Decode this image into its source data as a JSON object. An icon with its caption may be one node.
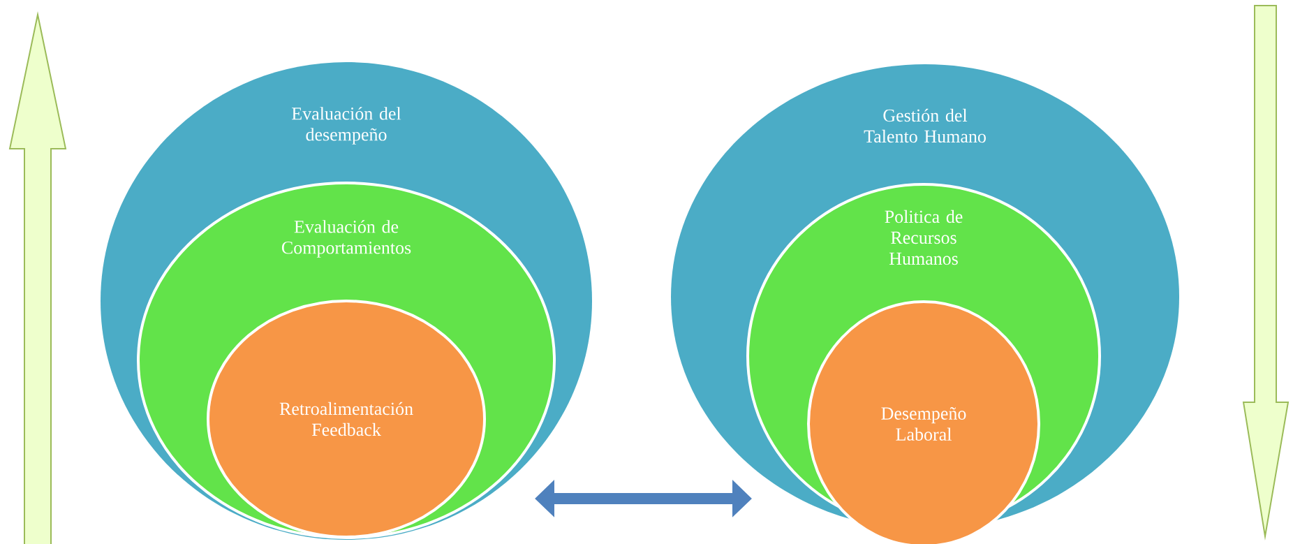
{
  "diagram": {
    "nodes": [
      {
        "text": [
          "Evaluación del desempeño"
        ]
      },
      {
        "text": [
          "Evaluación de Comportamientos"
        ],
        "in": 0
      },
      {
        "text": [
          "Retroalimentación Feedback"
        ],
        "in": 1
      },
      {
        "text": [
          "Gestión del Talento Humano"
        ]
      },
      {
        "text": [
          "Politica de Recursos Humanos"
        ],
        "in": 3
      },
      {
        "text": [
          "Desempeño Laboral"
        ],
        "in": 4
      }
    ],
    "edges": [
      {
        "from": 0,
        "to": 3,
        "arrow": "both"
      }
    ]
  }
}
